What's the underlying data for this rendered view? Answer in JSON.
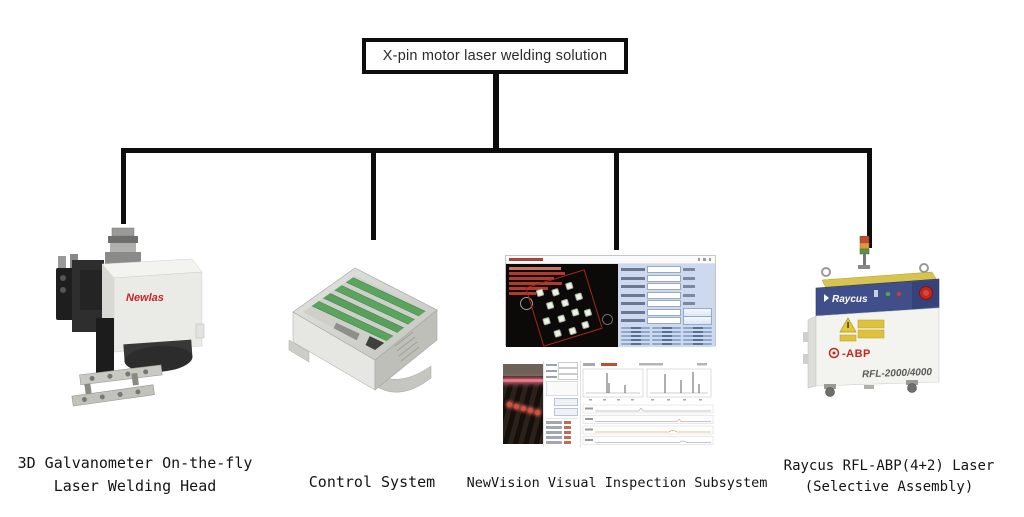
{
  "figure": {
    "title": "X-pin motor laser welding solution"
  },
  "branches": [
    {
      "id": "welding-head",
      "label": [
        "3D Galvanometer On-the-fly",
        "Laser Welding Head"
      ],
      "image": "3d-galvanometer-on-the-fly-laser-welding-head-photo",
      "brand_logo": "Newlas"
    },
    {
      "id": "control-system",
      "label": [
        "Control System"
      ],
      "image": "control-system-io-controller-photo"
    },
    {
      "id": "vision-subsystem",
      "label": [
        "NewVision Visual Inspection Subsystem"
      ],
      "image": "vision-inspection-software-screenshots"
    },
    {
      "id": "laser-source",
      "label": [
        "Raycus RFL-ABP(4+2) Laser",
        "(Selective Assembly)"
      ],
      "image": "raycus-fiber-laser-cabinet-photo",
      "brand_logo": "Raycus",
      "front_marking": "-ABP",
      "model_marking": "RFL-2000/4000"
    }
  ],
  "colors": {
    "connector_line": "#0d0d0d",
    "annotation_red": "#b13a2e",
    "software_panel_blue": "#ccd9ef",
    "raycus_navy": "#404f8a",
    "terminal_green": "#5aa55e",
    "warning_yellow": "#dfc23c",
    "laser_line_pink": "#e27787"
  }
}
